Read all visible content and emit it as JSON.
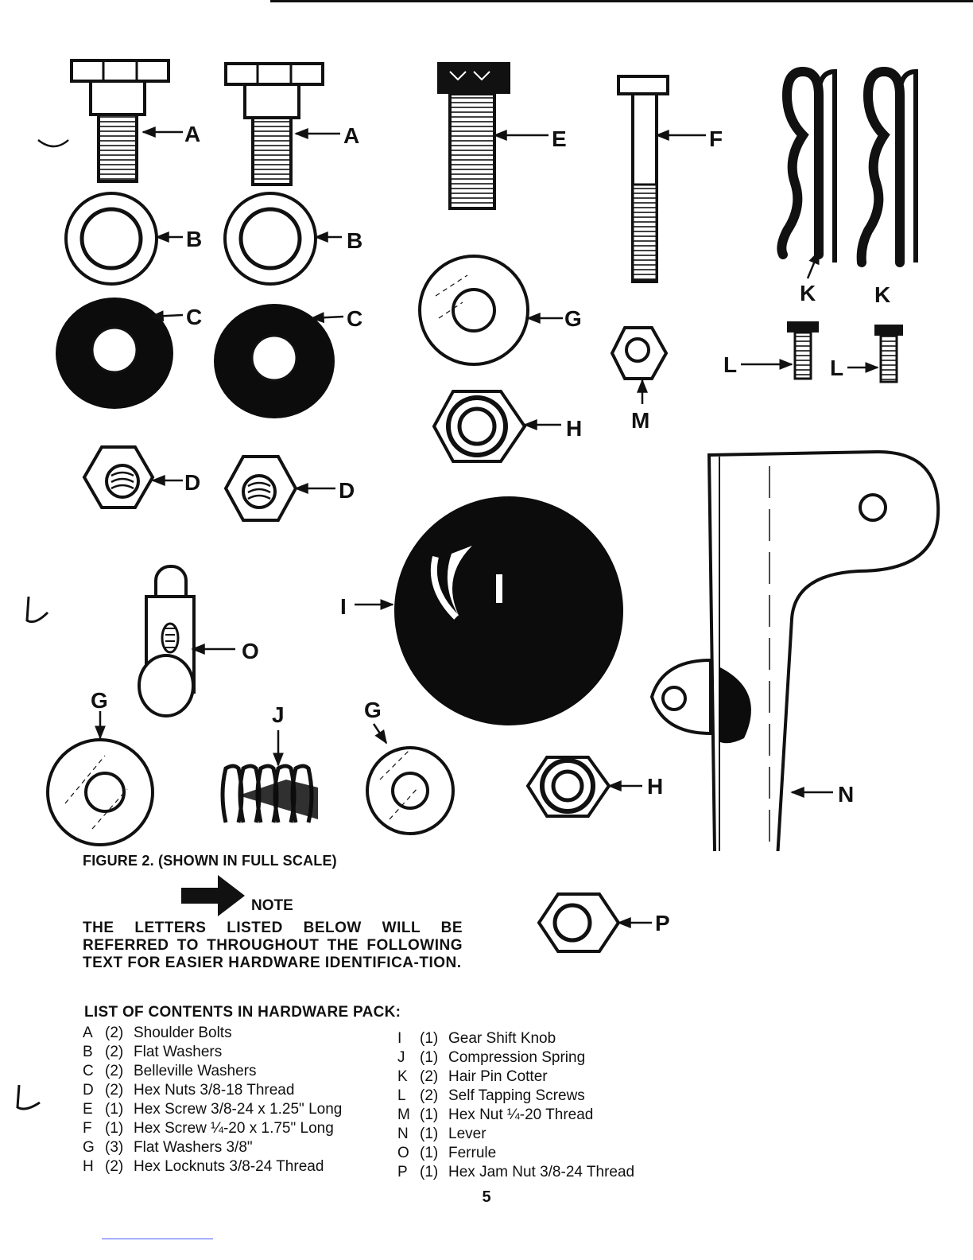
{
  "figure": {
    "caption": "FIGURE 2. (SHOWN IN FULL SCALE)",
    "labels": {
      "A1": "A",
      "A2": "A",
      "B1": "B",
      "B2": "B",
      "C1": "C",
      "C2": "C",
      "D1": "D",
      "D2": "D",
      "E": "E",
      "F": "F",
      "G1": "G",
      "G2": "G",
      "G3": "G",
      "H1": "H",
      "H2": "H",
      "I": "I",
      "J": "J",
      "K1": "K",
      "K2": "K",
      "L1": "L",
      "L2": "L",
      "M": "M",
      "N": "N",
      "O": "O",
      "P": "P"
    }
  },
  "note": {
    "label": "NOTE",
    "text": "THE LETTERS LISTED BELOW WILL BE REFERRED TO THROUGHOUT THE FOLLOWING TEXT FOR EASIER HARDWARE IDENTIFICA-TION."
  },
  "contents": {
    "title": "LIST OF CONTENTS IN HARDWARE PACK:",
    "left": [
      {
        "letter": "A",
        "qty": "(2)",
        "desc": "Shoulder Bolts"
      },
      {
        "letter": "B",
        "qty": "(2)",
        "desc": "Flat Washers"
      },
      {
        "letter": "C",
        "qty": "(2)",
        "desc": "Belleville Washers"
      },
      {
        "letter": "D",
        "qty": "(2)",
        "desc": "Hex Nuts 3/8-18 Thread"
      },
      {
        "letter": "E",
        "qty": "(1)",
        "desc": "Hex Screw 3/8-24 x 1.25\" Long"
      },
      {
        "letter": "F",
        "qty": "(1)",
        "desc": "Hex Screw ¼-20 x 1.75\" Long"
      },
      {
        "letter": "G",
        "qty": "(3)",
        "desc": "Flat Washers 3/8\""
      },
      {
        "letter": "H",
        "qty": "(2)",
        "desc": "Hex Locknuts 3/8-24 Thread"
      }
    ],
    "right": [
      {
        "letter": "I",
        "qty": "(1)",
        "desc": "Gear Shift Knob"
      },
      {
        "letter": "J",
        "qty": "(1)",
        "desc": "Compression Spring"
      },
      {
        "letter": "K",
        "qty": "(2)",
        "desc": "Hair Pin Cotter"
      },
      {
        "letter": "L",
        "qty": "(2)",
        "desc": "Self Tapping Screws"
      },
      {
        "letter": "M",
        "qty": "(1)",
        "desc": "Hex Nut ¼-20 Thread"
      },
      {
        "letter": "N",
        "qty": "(1)",
        "desc": "Lever"
      },
      {
        "letter": "O",
        "qty": "(1)",
        "desc": "Ferrule"
      },
      {
        "letter": "P",
        "qty": "(1)",
        "desc": "Hex Jam Nut 3/8-24 Thread"
      }
    ]
  },
  "page_number": "5"
}
